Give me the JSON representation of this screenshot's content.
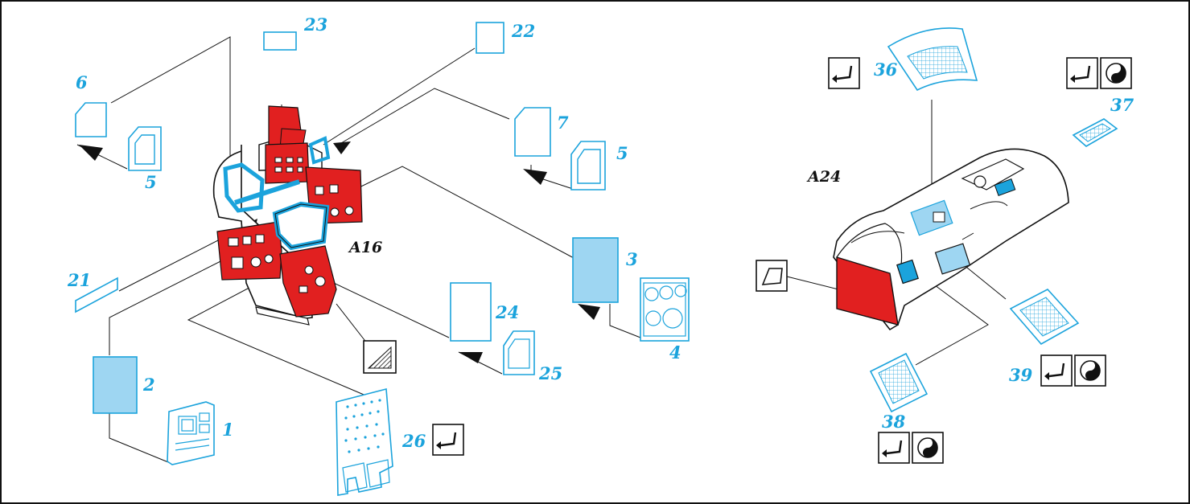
{
  "colors": {
    "accent": "#1ba3dc",
    "red": "#e12020",
    "light_blue": "#9ed6f2",
    "ink": "#111111"
  },
  "assemblies": {
    "left_ref": "A16",
    "right_ref": "A24"
  },
  "part_labels": {
    "p1": "1",
    "p2": "2",
    "p3": "3",
    "p4": "4",
    "p5a": "5",
    "p5b": "5",
    "p6": "6",
    "p7": "7",
    "p21": "21",
    "p22": "22",
    "p23": "23",
    "p24": "24",
    "p25": "25",
    "p26": "26",
    "p36": "36",
    "p37": "37",
    "p38": "38",
    "p39": "39"
  },
  "icons": {
    "bend": "bend-icon",
    "yin_yang": "yin-yang-icon",
    "texture": "texture-icon",
    "flat_plate": "flat-plate-icon"
  }
}
